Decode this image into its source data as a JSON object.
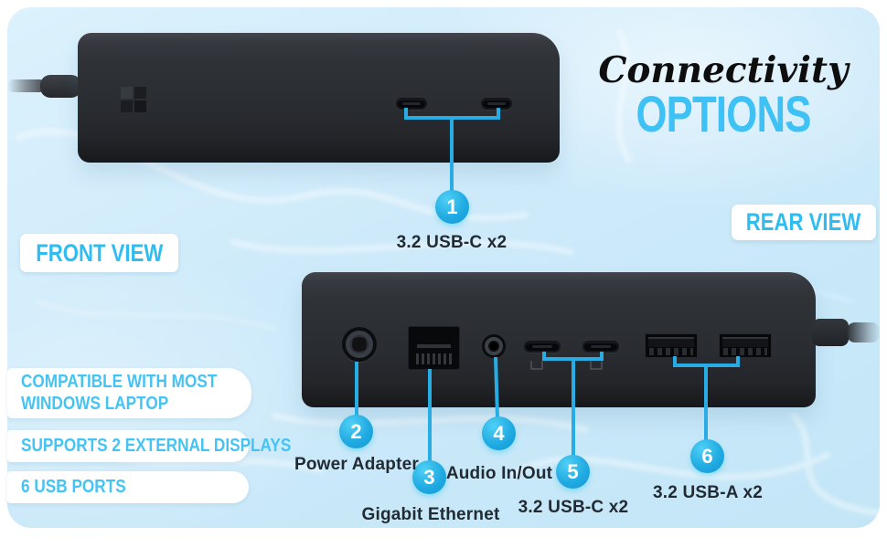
{
  "title": {
    "script": "Connectivity",
    "main": "OPTIONS"
  },
  "view_labels": {
    "front": "FRONT VIEW",
    "rear": "REAR VIEW"
  },
  "features": [
    {
      "lines": [
        "COMPATIBLE WITH MOST",
        "WINDOWS LAPTOP"
      ]
    },
    {
      "lines": [
        "SUPPORTS 2 EXTERNAL DISPLAYS"
      ]
    },
    {
      "lines": [
        "6 USB PORTS"
      ]
    }
  ],
  "callouts": [
    {
      "number": "1",
      "label": "3.2 USB-C x2"
    },
    {
      "number": "2",
      "label": "Power Adapter"
    },
    {
      "number": "3",
      "label": "Gigabit Ethernet"
    },
    {
      "number": "4",
      "label": "Audio In/Out"
    },
    {
      "number": "5",
      "label": "3.2 USB-C x2"
    },
    {
      "number": "6",
      "label": "3.2 USB-A x2"
    }
  ],
  "ports": {
    "front": [
      "usb-c",
      "usb-c"
    ],
    "rear": [
      "power",
      "ethernet",
      "audio",
      "usb-c",
      "usb-c",
      "usb-a",
      "usb-a"
    ]
  },
  "icons": {
    "logo": "windows-logo-icon"
  },
  "colors": {
    "background": "#CFEAFA",
    "accent_cyan_line": "#27ADE4",
    "text_cyan": "#3EC2F6",
    "label_dark": "#222B33",
    "device_body": "#2B2E33",
    "pill_background": "#FFFFFF"
  }
}
